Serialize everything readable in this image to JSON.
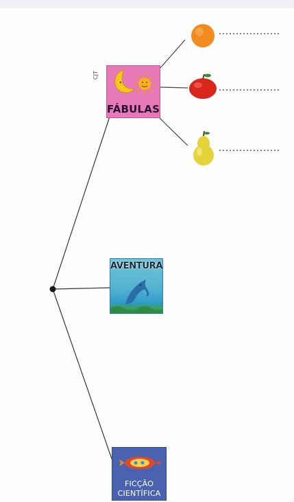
{
  "side_note": "CJT",
  "nodes": {
    "fabulas": {
      "label": "FÁBULAS"
    },
    "aventura": {
      "label": "AVENTURA"
    },
    "ficcao": {
      "line1": "FICÇÃO",
      "line2": "CIENTÍFICA"
    }
  },
  "fruits": [
    "orange-icon",
    "apple-icon",
    "pear-icon"
  ],
  "colors": {
    "fabulas_card": "#e879b8",
    "aventura_card": "#54b2cf",
    "ficcao_card": "#4a63b0",
    "lines": "#333333"
  }
}
